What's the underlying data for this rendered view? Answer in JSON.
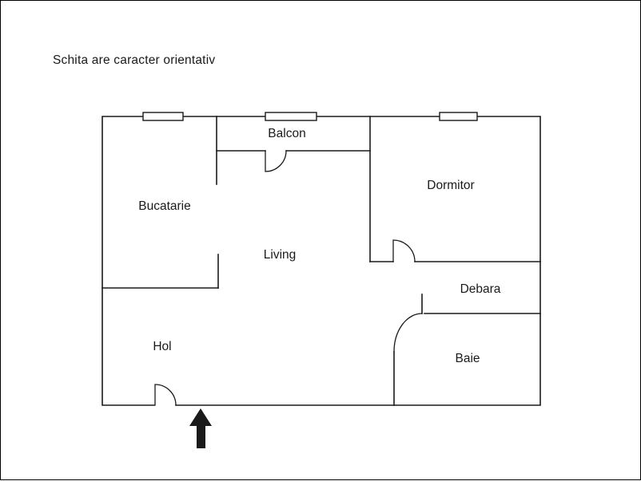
{
  "title": "Schita are caracter orientativ",
  "rooms": {
    "balcon": {
      "label": "Balcon"
    },
    "bucatarie": {
      "label": "Bucatarie"
    },
    "dormitor": {
      "label": "Dormitor"
    },
    "living": {
      "label": "Living"
    },
    "debara": {
      "label": "Debara"
    },
    "hol": {
      "label": "Hol"
    },
    "baie": {
      "label": "Baie"
    }
  },
  "icons": {
    "entrance_arrow": "filled-up-arrow"
  },
  "colors": {
    "wall": "#1a1a1a",
    "background": "#ffffff",
    "arrow": "#1a1a1a"
  }
}
